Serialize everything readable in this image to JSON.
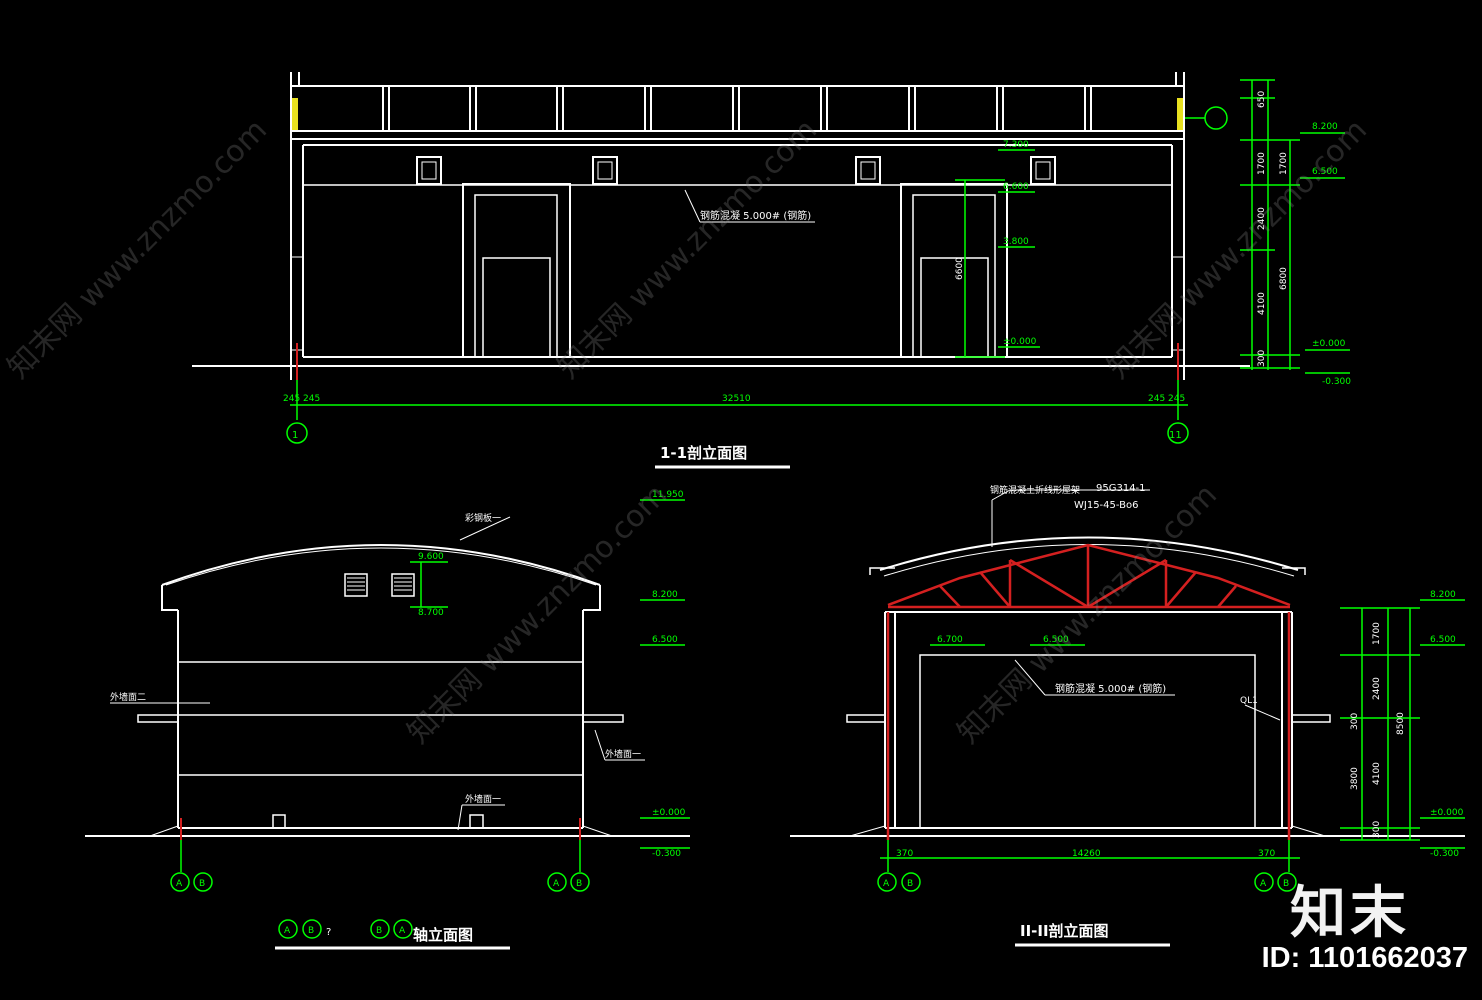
{
  "section_1_1": {
    "title": "1-1剖立面图",
    "note": "钢筋混凝 5.000# (钢筋)",
    "elev_ridge": "7.300",
    "elev_6600": "6.600",
    "elev_3800": "3.800",
    "elev_zero": "±0.000",
    "door_dim": "6600",
    "overall_dim": "32510",
    "left_dim": "245 245",
    "right_dim": "245 245",
    "axis_left": "1",
    "axis_right": "11",
    "right_elev_8200": "8.200",
    "right_elev_6500": "6.500",
    "right_elev_zero": "±0.000",
    "right_elev_neg": "-0.300",
    "vdims": [
      "650",
      "1700",
      "2400",
      "4100",
      "300"
    ],
    "vdims2": [
      "1700",
      "6800"
    ]
  },
  "elev_ab": {
    "title": "轴立面图",
    "title_axes_1": [
      "A",
      "B"
    ],
    "title_mark": "?",
    "title_axes_2": [
      "B",
      "A"
    ],
    "label_roof": "彩钢板一",
    "label_wall2": "外墙面二",
    "label_wall1": "外墙面一",
    "label_door": "外墙面一",
    "elev_top": "11.950",
    "elev_9600": "9.600",
    "elev_8700": "8.700",
    "elev_8200": "8.200",
    "elev_6500": "6.500",
    "elev_zero": "±0.000",
    "elev_neg": "-0.300",
    "axis_left": [
      "A",
      "B"
    ],
    "axis_right": [
      "A",
      "B"
    ]
  },
  "section_2_2": {
    "title": "II-II剖立面图",
    "roof_note_1": "钢筋混凝土折线形屋架",
    "roof_code_1": "95G314-1",
    "roof_code_2": "WJ15-45-Bo6",
    "elev_6700": "6.700",
    "elev_6500": "6.500",
    "note": "钢筋混凝 5.000# (钢筋)",
    "col_label": "QL1",
    "elev_8200": "8.200",
    "elev_6500r": "6.500",
    "elev_zero": "±0.000",
    "elev_neg": "-0.300",
    "span_dim": "14260",
    "left_dim": "370",
    "right_dim": "370",
    "vdims": [
      "1700",
      "2400",
      "300",
      "3800",
      "4100",
      "300"
    ],
    "vdim_total": "8500",
    "axis_left": [
      "A",
      "B"
    ],
    "axis_right": [
      "A",
      "B"
    ]
  },
  "watermark": "知末网 www.znzmo.com",
  "brand": "知末",
  "image_id": "ID: 1101662037",
  "colors": {
    "line": "#ffffff",
    "dim": "#00ff00",
    "truss": "#d42020",
    "accent": "#e8e020"
  }
}
